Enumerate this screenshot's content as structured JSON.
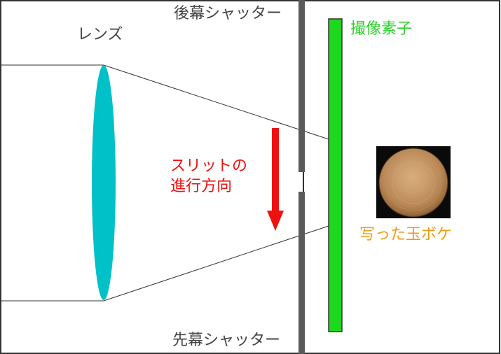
{
  "labels": {
    "lens": "レンズ",
    "rear_curtain": "後幕シャッター",
    "front_curtain": "先幕シャッター",
    "sensor": "撮像素子",
    "slit_direction_line1": "スリットの",
    "slit_direction_line2": "進行方向",
    "captured_bokeh": "写った玉ボケ"
  },
  "colors": {
    "lens": "#00c0c8",
    "sensor": "#1ed81e",
    "sensor_text": "#2bd02b",
    "arrow": "#ee1111",
    "bokeh_text": "#f09a16",
    "shutter": "#5a5a5a",
    "label_text": "#444444",
    "frame": "#333333"
  },
  "icons": [
    "bokeh-photo"
  ]
}
